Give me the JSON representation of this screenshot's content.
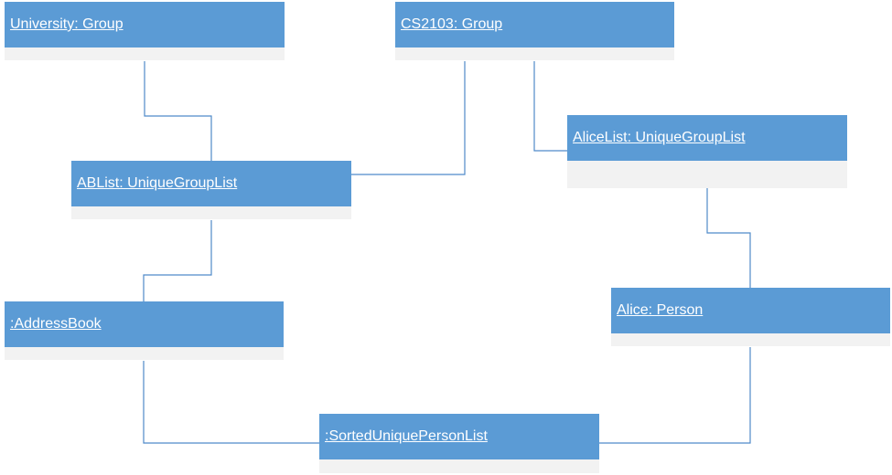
{
  "colors": {
    "header": "#5b9bd5",
    "body": "#f2f2f2",
    "connector": "#4f8ac9",
    "label": "#ffffff"
  },
  "objects": {
    "university_group": {
      "label": "University: Group"
    },
    "cs2103_group": {
      "label": "CS2103: Group"
    },
    "ablist": {
      "label": "ABList: UniqueGroupList"
    },
    "alicelist": {
      "label": "AliceList: UniqueGroupList"
    },
    "addressbook": {
      "label": ":AddressBook"
    },
    "alice_person": {
      "label": "Alice: Person"
    },
    "sorted_list": {
      "label": ":SortedUniquePersonList"
    }
  },
  "links": [
    {
      "from": "university_group",
      "to": "ablist"
    },
    {
      "from": "cs2103_group",
      "to": "ablist"
    },
    {
      "from": "cs2103_group",
      "to": "alicelist"
    },
    {
      "from": "ablist",
      "to": "addressbook"
    },
    {
      "from": "alicelist",
      "to": "alice_person"
    },
    {
      "from": "addressbook",
      "to": "sorted_list"
    },
    {
      "from": "alice_person",
      "to": "sorted_list"
    }
  ]
}
